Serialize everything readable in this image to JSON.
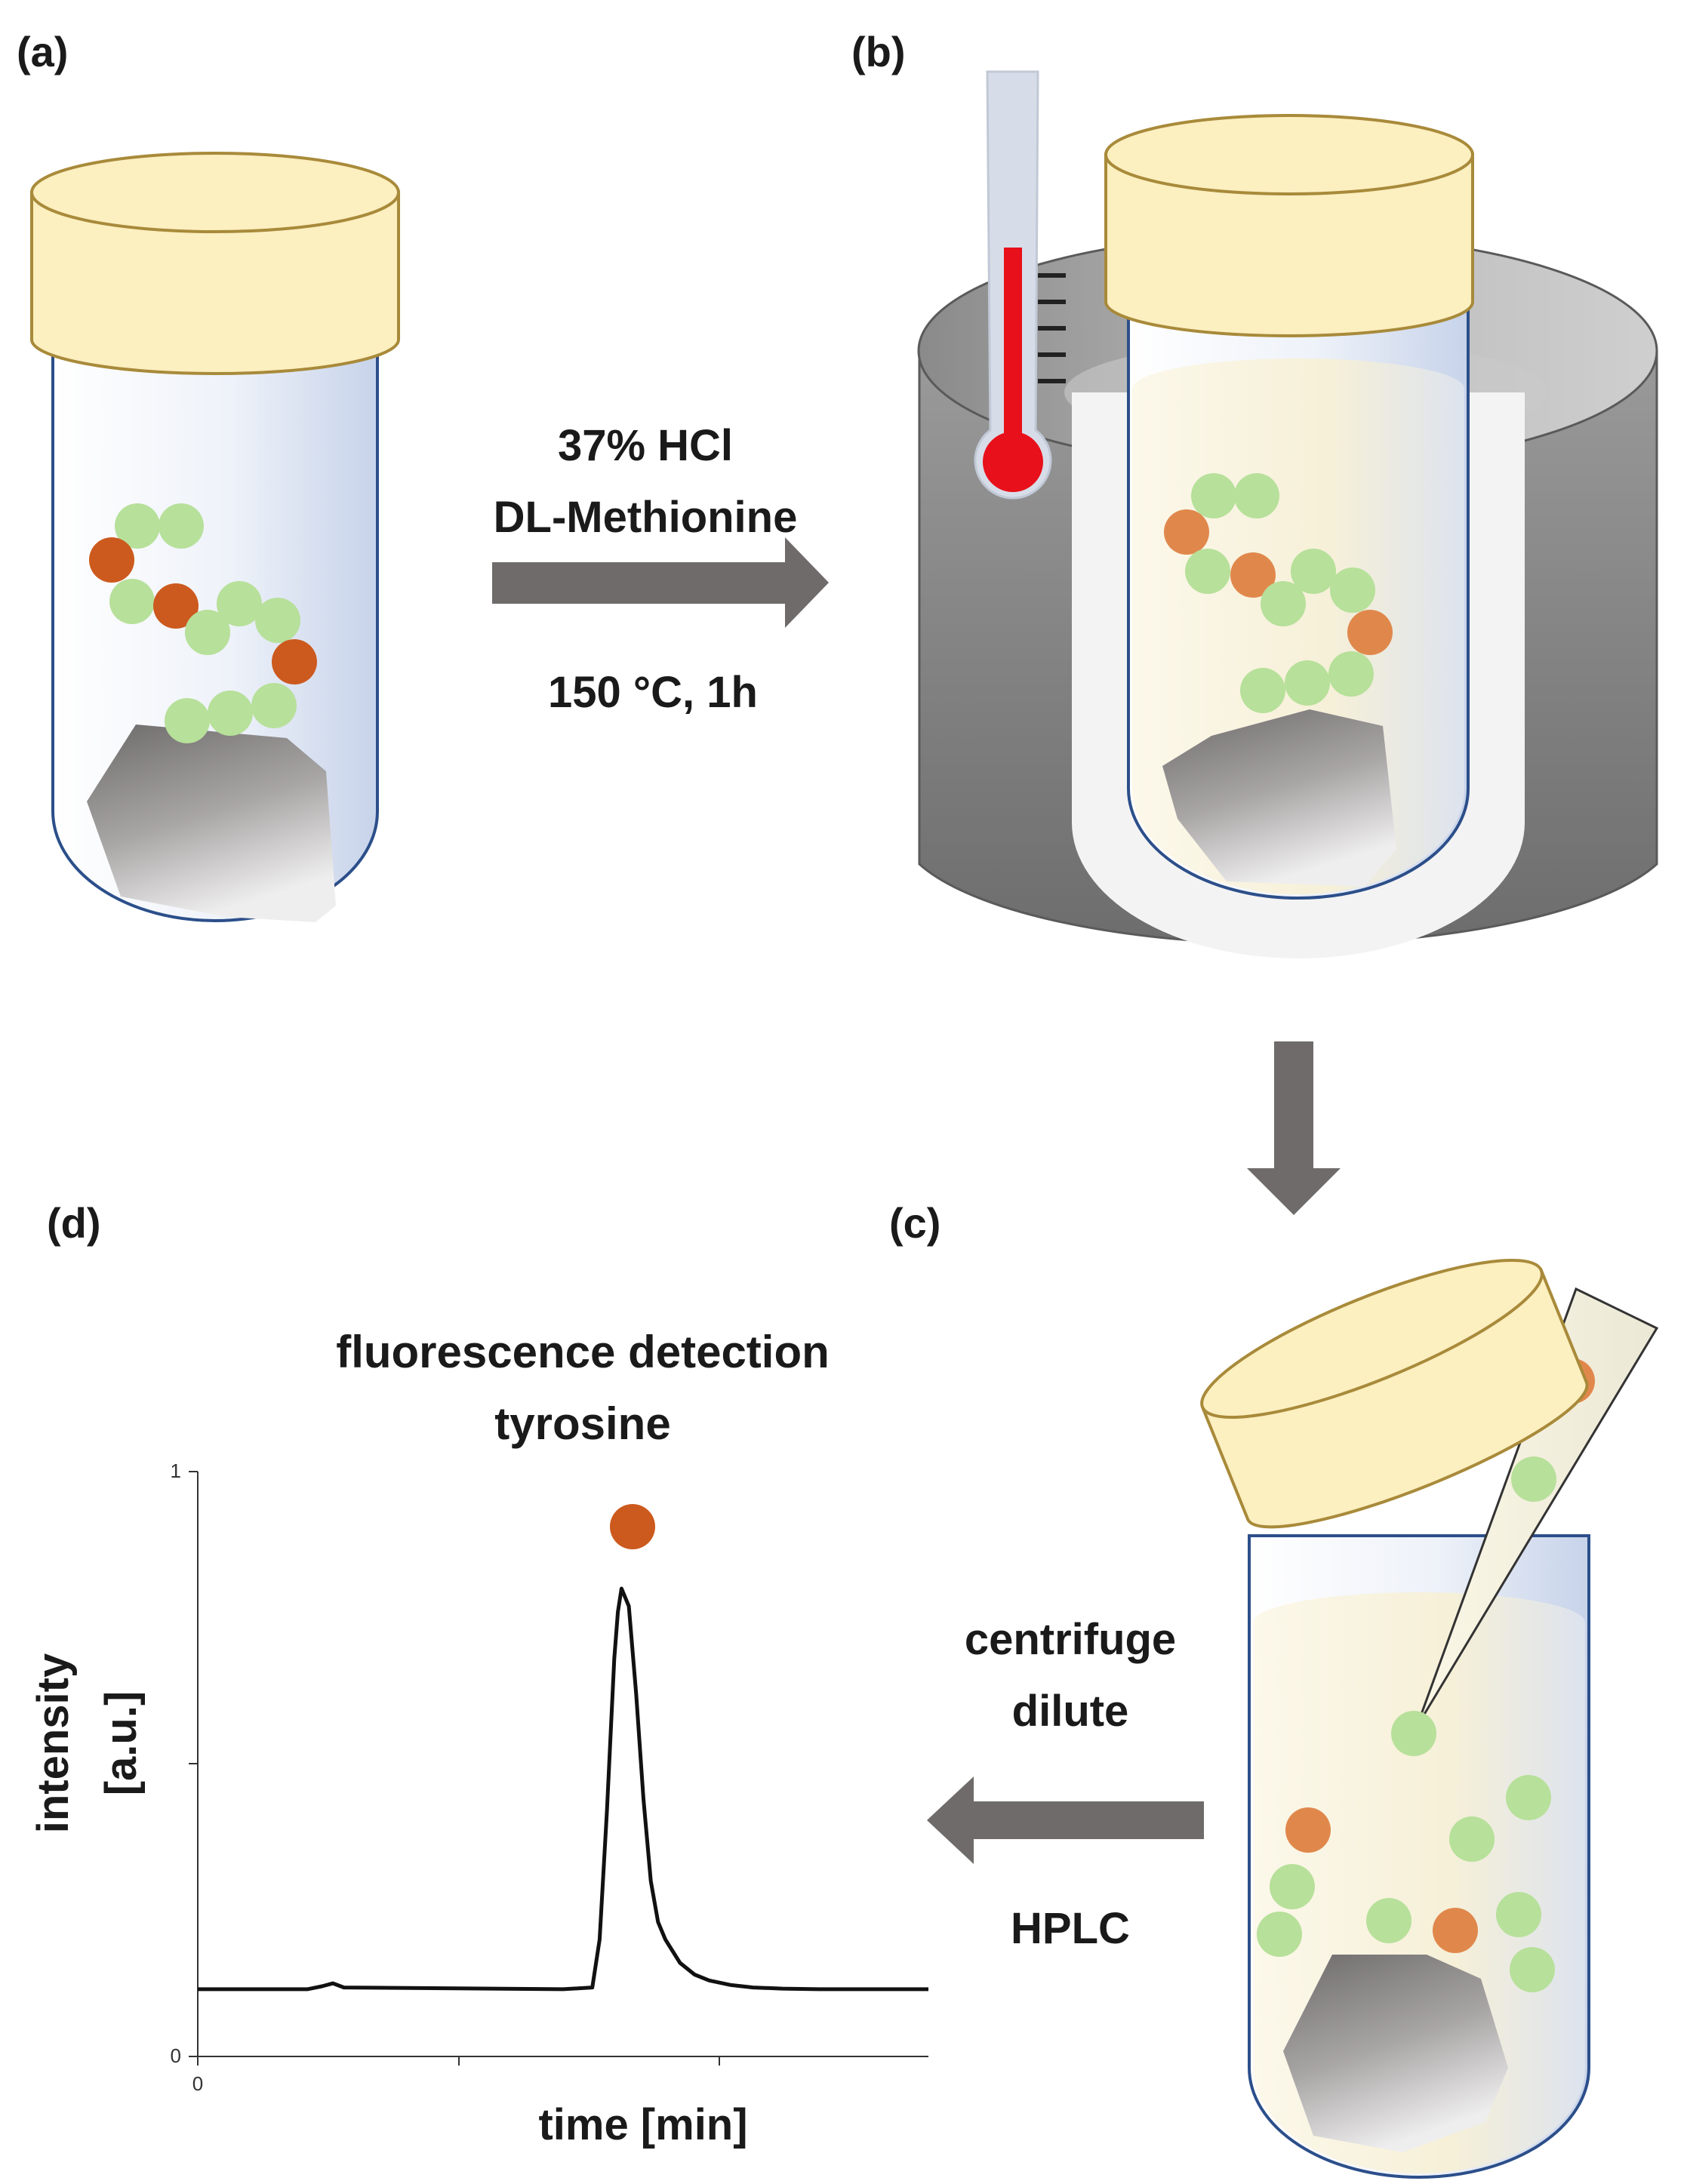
{
  "panels": {
    "a": "(a)",
    "b": "(b)",
    "c": "(c)",
    "d": "(d)"
  },
  "step_ab": {
    "line1": "37% HCl",
    "line2": "DL-Methionine",
    "line3": "150 °C, 1h"
  },
  "step_cd": {
    "line1": "centrifuge",
    "line2": "dilute",
    "line3": "HPLC"
  },
  "detection": {
    "line1": "fluorescence detection",
    "line2": "tyrosine"
  },
  "colors": {
    "cap": "#fcefc0",
    "cap_stroke": "#a88a3a",
    "tube_stroke": "#2c4f8a",
    "green_bead": "#b7e09a",
    "orange_bead": "#cc5a1e",
    "block_gray": "#8f8f8f",
    "arrow": "#6f6b6b",
    "thermo_red": "#e8101a"
  },
  "chart_data": {
    "type": "line",
    "title": "",
    "xlabel": "time [min]",
    "ylabel_line1": "intensity",
    "ylabel_line2": "[a.u.]",
    "ylim": [
      0,
      1
    ],
    "yticks": [
      "0",
      "1"
    ],
    "xticks": [
      "0"
    ],
    "x_domain": [
      0,
      1
    ],
    "series": [
      {
        "x": [
          0.0,
          0.1,
          0.15,
          0.17,
          0.185,
          0.2,
          0.5,
          0.54,
          0.55,
          0.56,
          0.57,
          0.575,
          0.58,
          0.59,
          0.6,
          0.61,
          0.62,
          0.63,
          0.64,
          0.65,
          0.66,
          0.68,
          0.7,
          0.73,
          0.76,
          0.8,
          0.85,
          1.0
        ],
        "y": [
          0.115,
          0.115,
          0.115,
          0.12,
          0.125,
          0.118,
          0.115,
          0.118,
          0.2,
          0.42,
          0.68,
          0.76,
          0.8,
          0.77,
          0.62,
          0.44,
          0.3,
          0.23,
          0.2,
          0.18,
          0.16,
          0.14,
          0.13,
          0.122,
          0.118,
          0.116,
          0.115,
          0.115
        ]
      }
    ]
  }
}
